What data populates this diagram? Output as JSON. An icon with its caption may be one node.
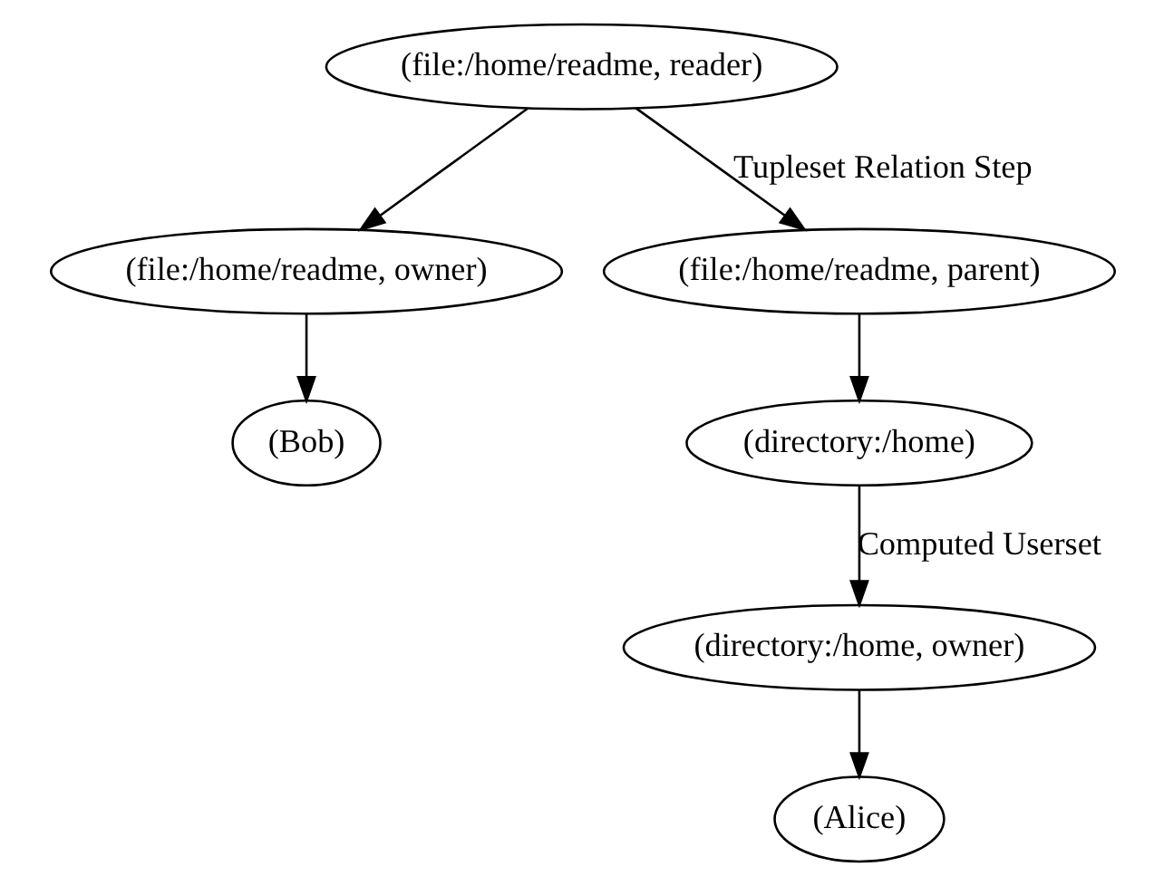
{
  "diagram": {
    "nodes": [
      {
        "text": [
          "(file:/home/readme, reader)"
        ]
      },
      {
        "text": [
          "(file:/home/readme, owner)"
        ]
      },
      {
        "text": [
          "(file:/home/readme, parent)"
        ]
      },
      {
        "text": [
          "(Bob)"
        ]
      },
      {
        "text": [
          "(directory:/home)"
        ]
      },
      {
        "text": [
          "(directory:/home, owner)"
        ]
      },
      {
        "text": [
          "(Alice)"
        ]
      }
    ],
    "edges": [
      {
        "from": 0,
        "to": 1,
        "arrow": "to"
      },
      {
        "from": 0,
        "to": 2,
        "arrow": "to",
        "label": "Tupleset Relation Step"
      },
      {
        "from": 1,
        "to": 3,
        "arrow": "to"
      },
      {
        "from": 2,
        "to": 4,
        "arrow": "to"
      },
      {
        "from": 4,
        "to": 5,
        "arrow": "to",
        "label": "Computed Userset"
      },
      {
        "from": 5,
        "to": 6,
        "arrow": "to"
      }
    ]
  }
}
